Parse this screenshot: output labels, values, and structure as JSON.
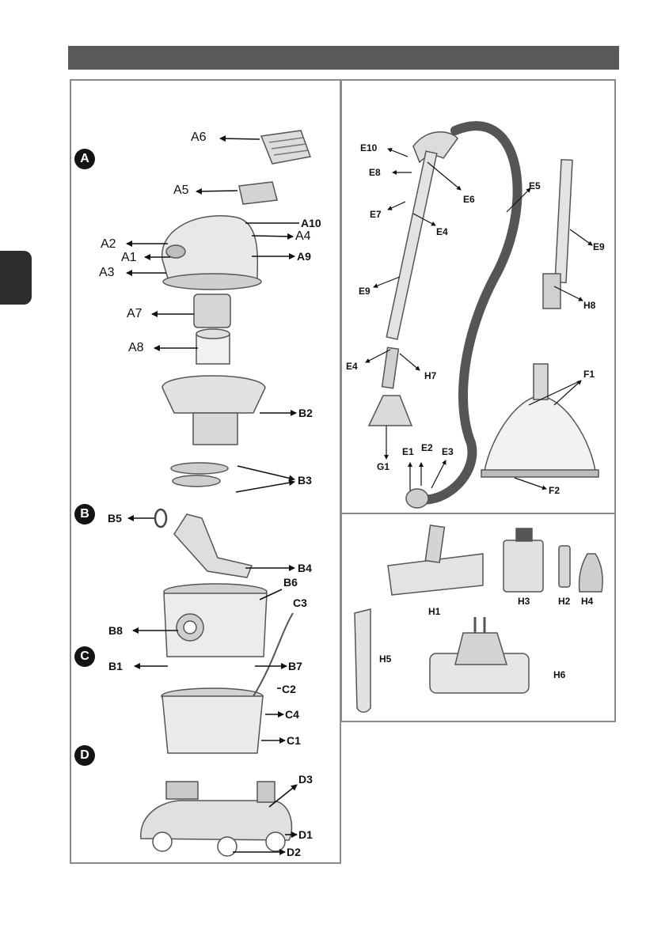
{
  "sections": {
    "a": "A",
    "b": "B",
    "c": "C",
    "d": "D"
  },
  "labels": {
    "A1": "A1",
    "A2": "A2",
    "A3": "A3",
    "A4": "A4",
    "A5": "A5",
    "A6": "A6",
    "A7": "A7",
    "A8": "A8",
    "A9": "A9",
    "A10": "A10",
    "B1": "B1",
    "B2": "B2",
    "B3": "B3",
    "B4": "B4",
    "B5": "B5",
    "B6": "B6",
    "B7": "B7",
    "B8": "B8",
    "C1": "C1",
    "C2": "C2",
    "C3": "C3",
    "C4": "C4",
    "D1": "D1",
    "D2": "D2",
    "D3": "D3",
    "E1": "E1",
    "E2": "E2",
    "E3": "E3",
    "E4a": "E4",
    "E4b": "E4",
    "E5": "E5",
    "E6": "E6",
    "E7": "E7",
    "E8": "E8",
    "E9a": "E9",
    "E9b": "E9",
    "E10": "E10",
    "F1": "F1",
    "F2": "F2",
    "G1": "G1",
    "H1": "H1",
    "H2": "H2",
    "H3": "H3",
    "H4": "H4",
    "H5": "H5",
    "H6": "H6",
    "H7": "H7",
    "H8": "H8"
  }
}
